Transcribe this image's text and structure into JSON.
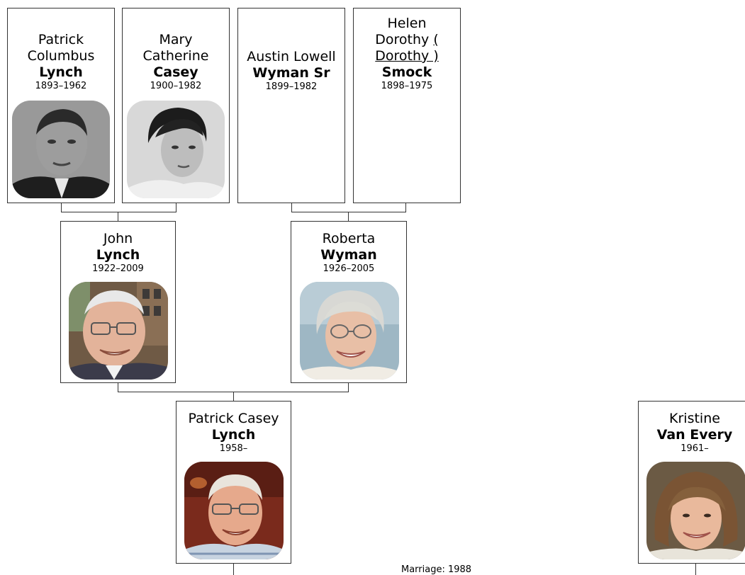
{
  "people": {
    "patrick_columbus": {
      "given_lines": [
        "Patrick",
        "Columbus"
      ],
      "surname": "Lynch",
      "dates": "1893–1962",
      "photo": "black-and-white portrait photo of a man"
    },
    "mary_catherine": {
      "given_lines": [
        "Mary",
        "Catherine"
      ],
      "surname": "Casey",
      "dates": "1900–1982",
      "photo": "black-and-white portrait photo of a woman"
    },
    "austin_lowell": {
      "given_lines": [
        "Austin Lowell"
      ],
      "surname": "Wyman Sr",
      "dates": "1899–1982"
    },
    "helen_dorothy": {
      "given_line1": "Helen",
      "given_line2_text": "Dorothy ",
      "given_line2_nick_open": "(",
      "given_line3_nick": "Dorothy )",
      "surname": "Smock",
      "dates": "1898–1975"
    },
    "john": {
      "given_lines": [
        "John"
      ],
      "surname": "Lynch",
      "dates": "1922–2009",
      "photo": "color photo of a smiling elderly man with glasses"
    },
    "roberta": {
      "given_lines": [
        "Roberta"
      ],
      "surname": "Wyman",
      "dates": "1926–2005",
      "photo": "color photo of a smiling elderly woman with glasses"
    },
    "patrick_casey": {
      "given_lines": [
        "Patrick Casey"
      ],
      "surname": "Lynch",
      "dates": "1958–",
      "photo": "color photo of a smiling man with glasses"
    },
    "kristine": {
      "given_lines": [
        "Kristine"
      ],
      "surname": "Van Every",
      "dates": "1961–",
      "photo": "color photo of a smiling woman with brown hair"
    }
  },
  "marriage_label": "Marriage: 1988",
  "colors": {
    "border": "#333333",
    "background": "#ffffff",
    "text": "#000000"
  }
}
